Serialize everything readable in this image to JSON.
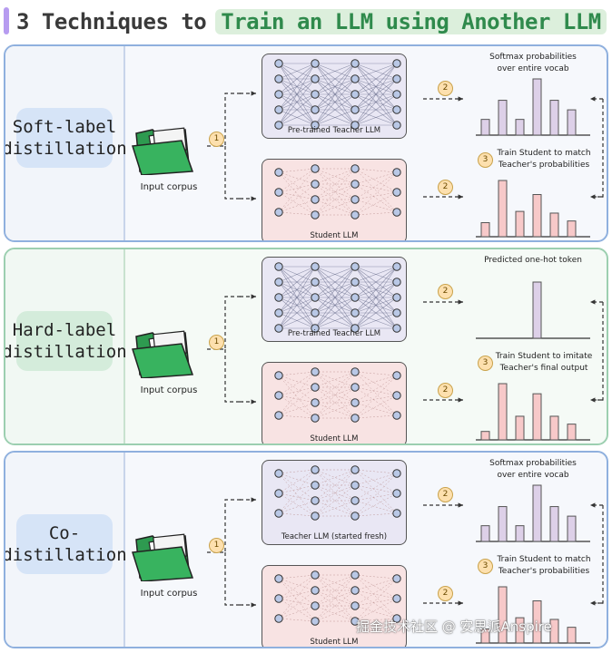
{
  "title": {
    "lead": "3 Techniques to",
    "highlight": "Train an LLM using Another LLM",
    "accent_color": "#b79cf0"
  },
  "sections": [
    {
      "label": "Soft-label\ndistillation",
      "theme": "blue",
      "corpus_label": "Input corpus",
      "teacher_caption": "Pre-trained Teacher LLM",
      "student_caption": "Student LLM",
      "steps": [
        "1",
        "2",
        "2",
        "3"
      ],
      "top_note": "Softmax probabilities\nover entire vocab",
      "bottom_note": "Train Student to match\nTeacher's probabilities",
      "teacher_dist": [
        0.28,
        0.62,
        0.28,
        1.0,
        0.62,
        0.45
      ],
      "student_dist": [
        0.25,
        1.0,
        0.45,
        0.75,
        0.42,
        0.28
      ]
    },
    {
      "label": "Hard-label\ndistillation",
      "theme": "green",
      "corpus_label": "Input corpus",
      "teacher_caption": "Pre-trained Teacher LLM",
      "student_caption": "Student LLM",
      "steps": [
        "1",
        "2",
        "2",
        "3"
      ],
      "top_note": "Predicted one-hot token",
      "bottom_note": "Train Student to imitate\nTeacher's final output",
      "teacher_dist": [
        0,
        0,
        0,
        1.0,
        0,
        0
      ],
      "student_dist": [
        0.15,
        1.0,
        0.42,
        0.82,
        0.42,
        0.28
      ]
    },
    {
      "label": "Co-\ndistillation",
      "theme": "blue",
      "corpus_label": "Input corpus",
      "teacher_caption": "Teacher LLM (started fresh)",
      "student_caption": "Student LLM",
      "steps": [
        "1",
        "2",
        "2",
        "3"
      ],
      "top_note": "Softmax probabilities\nover entire vocab",
      "bottom_note": "Train Student to match\nTeacher's probabilities",
      "teacher_dist": [
        0.28,
        0.62,
        0.28,
        1.0,
        0.62,
        0.45
      ],
      "student_dist": [
        0.25,
        1.0,
        0.45,
        0.75,
        0.42,
        0.28
      ]
    }
  ],
  "colors": {
    "teacher_bar": "#ddd0e8",
    "student_bar": "#f7c9c9",
    "bar_stroke": "#555555",
    "node_fill": "#b9c8e6",
    "folder_green": "#38b35f"
  },
  "watermark": "掘金技术社区 @ 安思派Anspire"
}
